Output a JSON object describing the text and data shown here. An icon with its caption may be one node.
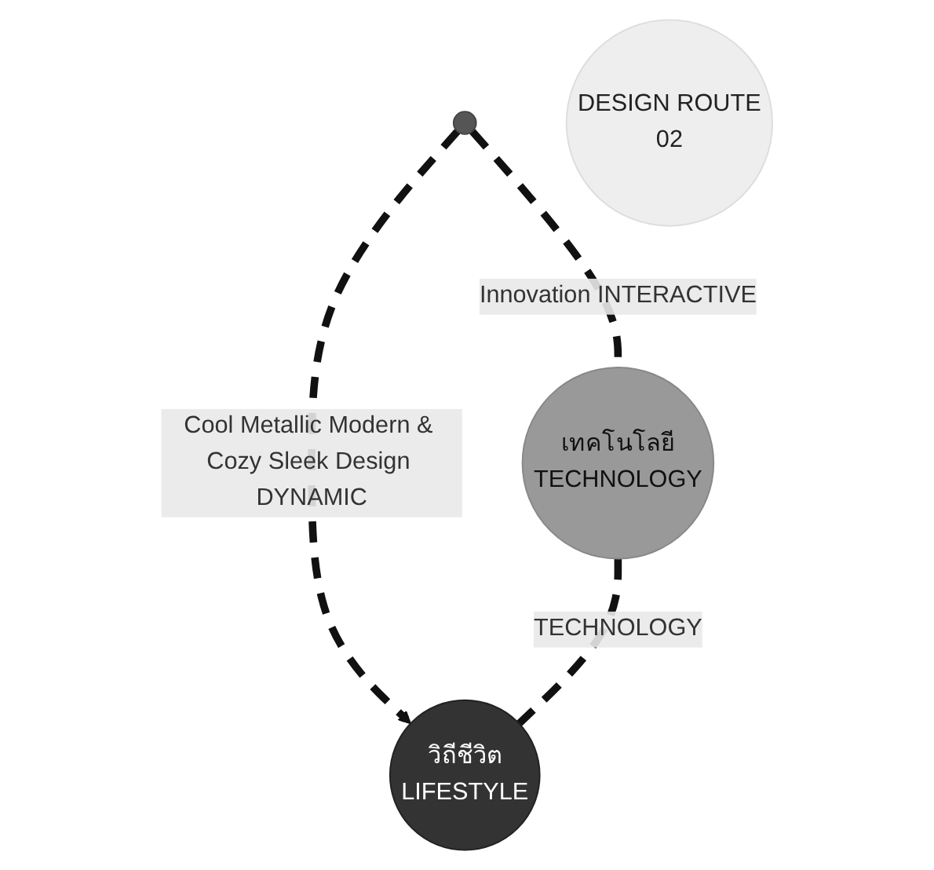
{
  "diagram": {
    "nodes": [
      {
        "text": [],
        "shape": "circle"
      },
      {
        "text": [
          "DESIGN ROUTE",
          "02"
        ]
      },
      {
        "text": [
          "เทคโนโลยี",
          "TECHNOLOGY"
        ]
      },
      {
        "text": [
          "วิถีชีวิต",
          "LIFESTYLE"
        ]
      }
    ],
    "edges": [
      {
        "from": 0,
        "to": 2,
        "arrow": "none",
        "style": "dashed",
        "label": "Innovation INTERACTIVE"
      },
      {
        "from": 0,
        "to": 3,
        "arrow": "to",
        "style": "dashed",
        "label": "Cool Metallic Modern & Cozy Sleek Design DYNAMIC"
      },
      {
        "from": 2,
        "to": 3,
        "arrow": "none",
        "style": "dashed",
        "label": "TECHNOLOGY"
      }
    ]
  }
}
